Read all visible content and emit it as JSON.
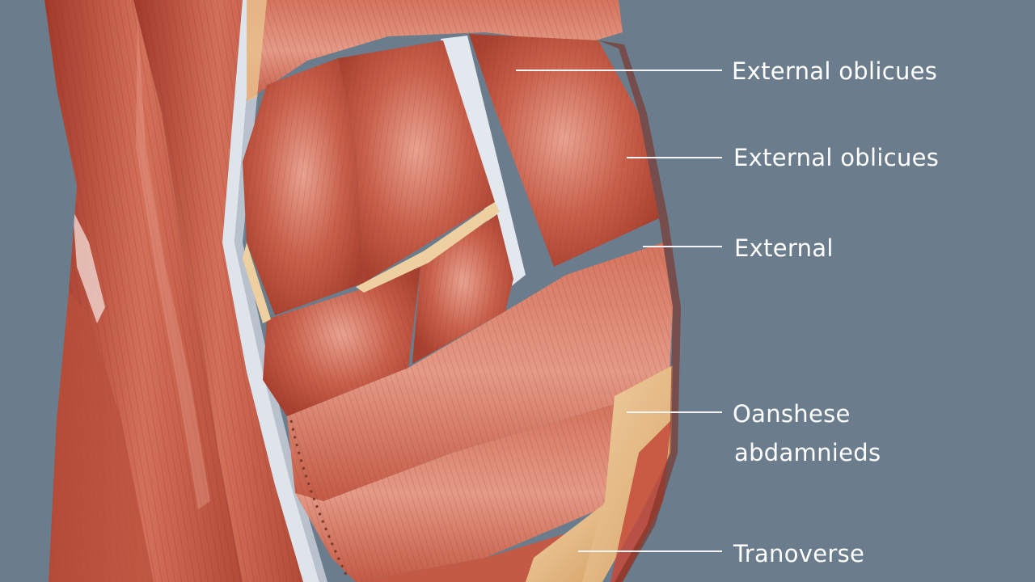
{
  "labels": [
    {
      "id": "label-1",
      "lines": [
        "External  oblicues"
      ]
    },
    {
      "id": "label-2",
      "lines": [
        "External  oblicues"
      ]
    },
    {
      "id": "label-3",
      "lines": [
        "External"
      ]
    },
    {
      "id": "label-4",
      "lines": [
        "Oanshese",
        "abdamnieds"
      ]
    },
    {
      "id": "label-5",
      "lines": [
        "Tranoverse"
      ]
    }
  ],
  "colors": {
    "background": "#6b7c8c",
    "muscle": "#c2533f",
    "muscle_light": "#e49a86",
    "fascia": "#dfe3ea",
    "tendon": "#e9c08c",
    "label": "#ffffff"
  }
}
